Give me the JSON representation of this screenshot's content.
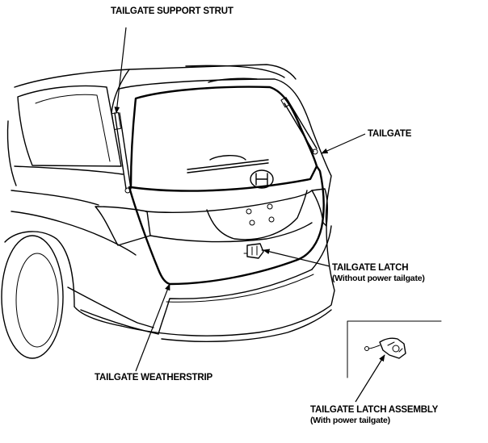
{
  "diagram": {
    "background_color": "#ffffff",
    "line_color": "#000000",
    "callouts": {
      "support_strut": {
        "label": "TAILGATE SUPPORT STRUT"
      },
      "tailgate": {
        "label": "TAILGATE"
      },
      "latch": {
        "label": "TAILGATE LATCH",
        "note": "(Without power tailgate)"
      },
      "weatherstrip": {
        "label": "TAILGATE WEATHERSTRIP"
      },
      "latch_assembly": {
        "label": "TAILGATE LATCH ASSEMBLY",
        "note": "(With power tailgate)"
      }
    }
  }
}
